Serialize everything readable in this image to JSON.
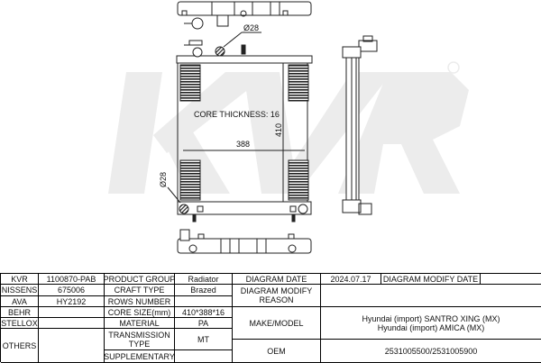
{
  "watermark": "KVR",
  "drawing": {
    "core_thickness": "CORE THICKNESS: 16",
    "width_dim": "388",
    "height_dim": "410",
    "pipe_top": "Ø28",
    "pipe_bottom": "Ø28"
  },
  "table": {
    "kvr_label": "KVR",
    "kvr_value": "1100870-PAB",
    "nissens_label": "NISSENS",
    "nissens_value": "675006",
    "ava_label": "AVA",
    "ava_value": "HY2192",
    "behr_label": "BEHR",
    "behr_value": "",
    "stellox_label": "STELLOX",
    "stellox_value": "",
    "others_label": "OTHERS",
    "others_value": "",
    "product_group_label": "PRODUCT GROUP",
    "product_group_value": "Radiator",
    "craft_type_label": "CRAFT TYPE",
    "craft_type_value": "Brazed",
    "rows_number_label": "ROWS NUMBER",
    "rows_number_value": "",
    "core_size_label": "CORE SIZE(mm)",
    "core_size_value": "410*388*16",
    "material_label": "MATERIAL",
    "material_value": "PA",
    "transmission_label": "TRANSMISSION TYPE",
    "transmission_value": "MT",
    "supplementary_label": "SUPPLEMENTARY",
    "supplementary_value": "",
    "diagram_date_label": "DIAGRAM DATE",
    "diagram_date_value": "2024.07.17",
    "modify_date_label": "DIAGRAM MODIFY DATE",
    "modify_date_value": "",
    "modify_reason_label": "DIAGRAM MODIFY REASON",
    "modify_reason_value": "",
    "make_model_label": "MAKE/MODEL",
    "make_model_1": "Hyundai (import) SANTRO XING (MX)",
    "make_model_2": "Hyundai (import) AMICA (MX)",
    "oem_label": "OEM",
    "oem_value": "2531005500/2531005900"
  }
}
